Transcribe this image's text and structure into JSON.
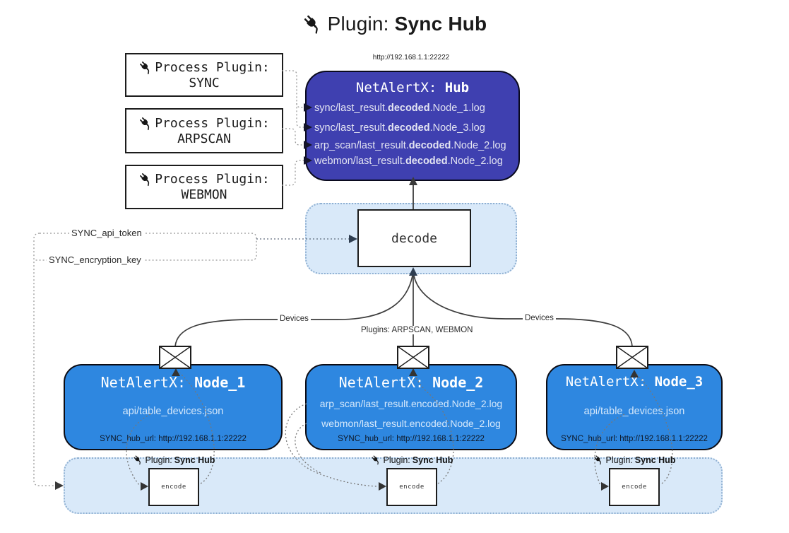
{
  "title": {
    "prefix": "Plugin: ",
    "bold": "Sync Hub"
  },
  "hub": {
    "url": "http://192.168.1.1:22222",
    "name_prefix": "NetAlertX: ",
    "name_bold": "Hub",
    "files": [
      {
        "pre": "sync/last_result.",
        "bold": "decoded",
        "post": ".Node_1.log"
      },
      {
        "pre": "sync/last_result.",
        "bold": "decoded",
        "post": ".Node_3.log"
      },
      {
        "pre": "arp_scan/last_result.",
        "bold": "decoded",
        "post": ".Node_2.log"
      },
      {
        "pre": "webmon/last_result.",
        "bold": "decoded",
        "post": ".Node_2.log"
      }
    ]
  },
  "process_plugins": [
    {
      "label": "Process Plugin:",
      "name": "SYNC"
    },
    {
      "label": "Process Plugin:",
      "name": "ARPSCAN"
    },
    {
      "label": "Process Plugin:",
      "name": "WEBMON"
    }
  ],
  "settings": {
    "api_token": "SYNC_api_token",
    "encryption_key": "SYNC_encryption_key"
  },
  "decode_box": {
    "label": "decode"
  },
  "edge_labels": {
    "devices_left": "Devices",
    "plugins": "Plugins: ARPSCAN, WEBMON",
    "devices_right": "Devices"
  },
  "nodes": [
    {
      "name_prefix": "NetAlertX: ",
      "name_bold": "Node_1",
      "files": [
        "api/table_devices.json"
      ],
      "hub_url": "SYNC_hub_url: http://192.168.1.1:22222"
    },
    {
      "name_prefix": "NetAlertX: ",
      "name_bold": "Node_2",
      "files": [
        "arp_scan/last_result.encoded.Node_2.log",
        "webmon/last_result.encoded.Node_2.log"
      ],
      "hub_url": "SYNC_hub_url: http://192.168.1.1:22222"
    },
    {
      "name_prefix": "NetAlertX: ",
      "name_bold": "Node_3",
      "files": [
        "api/table_devices.json"
      ],
      "hub_url": "SYNC_hub_url: http://192.168.1.1:22222"
    }
  ],
  "encode_sections": [
    {
      "label_prefix": "Plugin: ",
      "label_bold": "Sync Hub",
      "box_label": "encode"
    },
    {
      "label_prefix": "Plugin: ",
      "label_bold": "Sync Hub",
      "box_label": "encode"
    },
    {
      "label_prefix": "Plugin: ",
      "label_bold": "Sync Hub",
      "box_label": "encode"
    }
  ],
  "colors": {
    "hub_fill": "#3f40b0",
    "node_fill": "#2e87e0",
    "panel_fill": "#d9e9f9",
    "panel_border": "#8fb0d2",
    "arrow_dark": "#3a3a3a",
    "dotted_gray": "#999999"
  }
}
